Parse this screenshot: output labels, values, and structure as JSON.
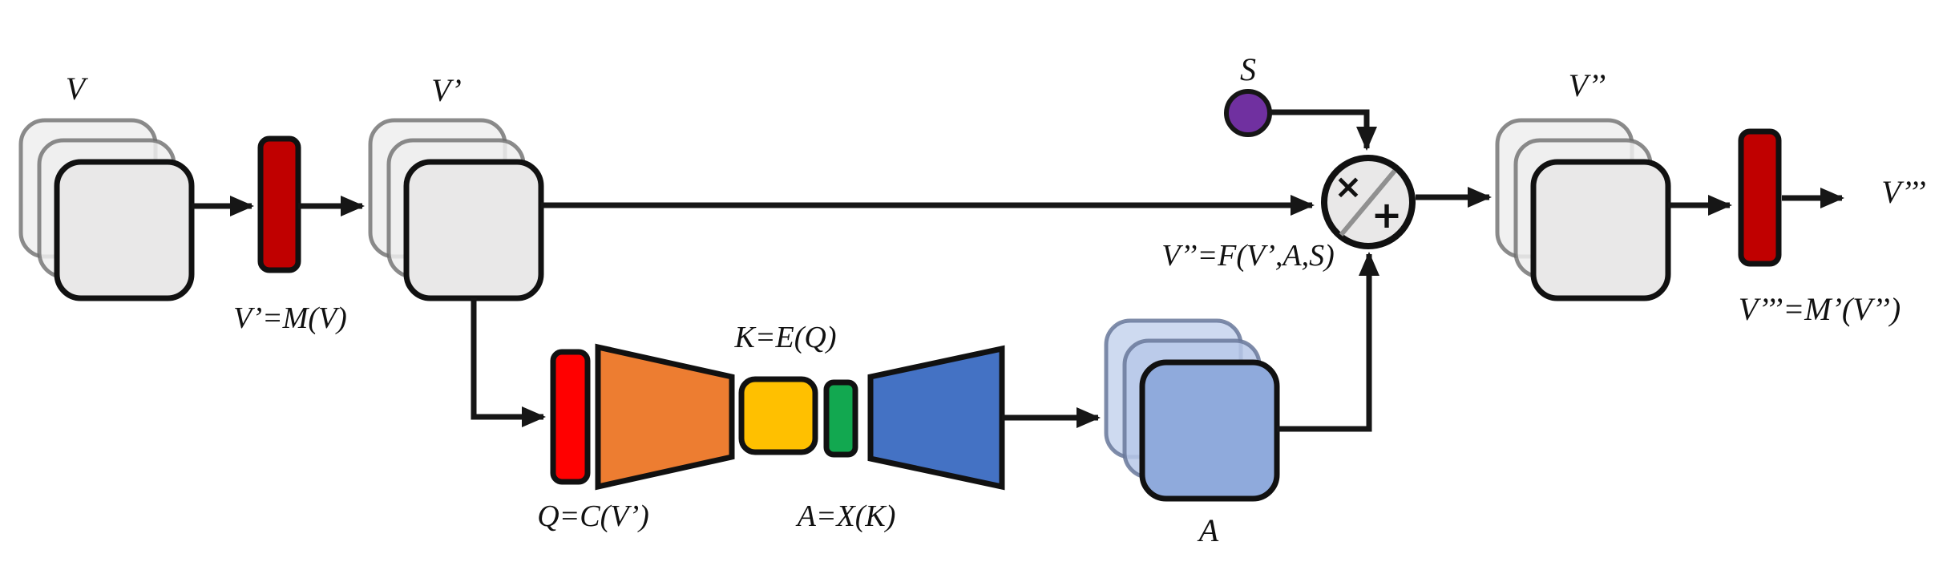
{
  "figure": {
    "stacks": {
      "v": {
        "label": "V"
      },
      "v_prime": {
        "label": "V’"
      },
      "v_dprime": {
        "label": "V’’"
      },
      "attention": {
        "label": "A"
      }
    },
    "scalar": {
      "label": "S"
    },
    "output": {
      "label": "V’’’"
    },
    "equations": {
      "mask": "V’=M(V)",
      "fusion": "V’’=F(V’,A,S)",
      "mask_out": "V’’’=M’(V’’)",
      "query": "Q=C(V’)",
      "key": "K=E(Q)",
      "attention_map": "A=X(K)"
    },
    "operator": {
      "multiply": "×",
      "plus": "+"
    },
    "colors": {
      "dark_red": "#C00000",
      "bright_red": "#FF0000",
      "orange": "#ED7D31",
      "yellow": "#FFC000",
      "green": "#12A850",
      "blue": "#4472C4",
      "light_blue": "#8FAADC",
      "back_blue": "#B7C8E9",
      "purple": "#7030A0",
      "panel_gray": "#E9E8E8",
      "back_gray": "#EFEEEE",
      "line": "#161616"
    }
  }
}
